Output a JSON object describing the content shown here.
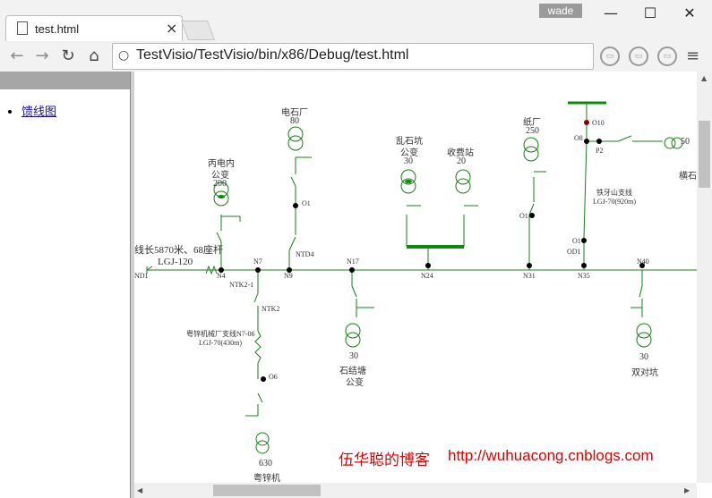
{
  "browser": {
    "tab_title": "test.html",
    "tab_close": "×",
    "user_badge": "wade",
    "url": "TestVisio/TestVisio/bin/x86/Debug/test.html",
    "window_buttons": {
      "minimize": "—",
      "maximize": "☐",
      "close": "✕"
    },
    "nav": {
      "back": "←",
      "forward": "→",
      "reload": "↻",
      "home": "⌂"
    },
    "menu_icon": "≡"
  },
  "sidebar": {
    "link_label": "馈线图"
  },
  "diagram": {
    "line_desc": "线长5870米、68座杆",
    "line_conductor": "LGJ-120",
    "nodes": {
      "nd1": "ND1",
      "n4": "N4",
      "n7": "N7",
      "n9": "N9",
      "ntd4": "NTD4",
      "n17": "N17",
      "n24": "N24",
      "n31": "N31",
      "n35": "N35",
      "n40": "N40",
      "ntk2_1": "NTK2-1",
      "ntk2": "NTK2",
      "o1": "O1",
      "o1b": "O1",
      "o1c": "O1",
      "od1": "OD1",
      "o6": "O6",
      "o8": "O8",
      "o10": "O10",
      "p2": "P2"
    },
    "stations": {
      "bingdian": {
        "name1": "丙电内",
        "name2": "公变",
        "capacity": "200"
      },
      "dianshichang": {
        "name": "电石厂",
        "capacity": "80"
      },
      "luanshikeng": {
        "name1": "乱石坑",
        "name2": "公变",
        "capacity": "30"
      },
      "shoufeizhan": {
        "name": "收费站",
        "capacity": "20"
      },
      "zhichang": {
        "name": "纸厂",
        "capacity": "250"
      },
      "shijietang": {
        "capacity": "30",
        "name1": "石结塘",
        "name2": "公变"
      },
      "shuangduikeng": {
        "capacity": "30",
        "name": "双对坑"
      },
      "yuexinji": {
        "capacity": "630",
        "name": "粤锌机"
      },
      "hengshi": {
        "capacity": "50",
        "name": "横石"
      }
    },
    "branches": {
      "yuexin_line": "粤锌机械厂支线N7-06",
      "yuexin_conductor": "LGJ-70(430m)",
      "tieya_line": "铁牙山支线",
      "tieya_conductor": "LGJ-70(920m)"
    },
    "colors": {
      "line": "#1a7f1a",
      "bus": "#0b8a0b",
      "node": "#000000",
      "breaker_closed": "#8b0000"
    }
  },
  "watermark": {
    "blog_name": "伍华聪的博客",
    "blog_url": "http://wuhuacong.cnblogs.com"
  }
}
